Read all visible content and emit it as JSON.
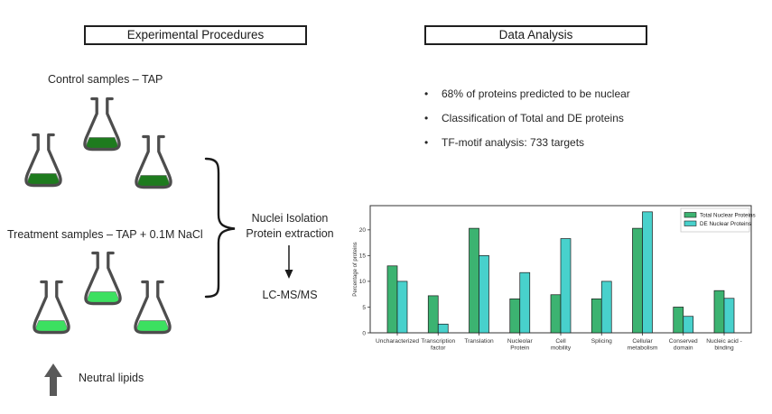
{
  "left_panel": {
    "title": "Experimental Procedures",
    "control_label": "Control samples – TAP",
    "treatment_label": "Treatment samples – TAP + 0.1M NaCl",
    "neutral_lipids_label": "Neutral lipids",
    "flask_colors": {
      "control": "#1e7b1e",
      "treatment": "#3ce060"
    }
  },
  "middle": {
    "step_line1": "Nuclei Isolation",
    "step_line2": "Protein extraction",
    "lcms": "LC-MS/MS"
  },
  "right_panel": {
    "title": "Data Analysis",
    "bullets": [
      "68% of proteins predicted to be nuclear",
      "Classification of Total and DE proteins",
      "TF-motif analysis: 733 targets"
    ]
  },
  "chart_data": {
    "type": "bar",
    "title": "",
    "xlabel": "",
    "ylabel": "Percentage of proteins",
    "ylim": [
      0,
      24.7
    ],
    "yticks": [
      0,
      5,
      10,
      15,
      20
    ],
    "grid": false,
    "legend_position": "upper right",
    "categories": [
      "Uncharacterized",
      "Transcription\nfactor",
      "Translation",
      "Nucleolar\nProtein",
      "Cell\nmobility",
      "Splicing",
      "Cellular\nmetabolism",
      "Conserved\ndomain",
      "Nucleic acid -\nbinding"
    ],
    "series": [
      {
        "name": "Total Nuclear Proteins",
        "color": "#3cb371",
        "values": [
          13.0,
          7.2,
          20.3,
          6.6,
          7.4,
          6.6,
          20.3,
          5.0,
          8.2
        ]
      },
      {
        "name": "DE Nuclear Proteins",
        "color": "#48d1cc",
        "values": [
          10.0,
          1.7,
          15.0,
          11.7,
          18.3,
          10.0,
          23.5,
          3.2,
          6.7
        ]
      }
    ]
  }
}
